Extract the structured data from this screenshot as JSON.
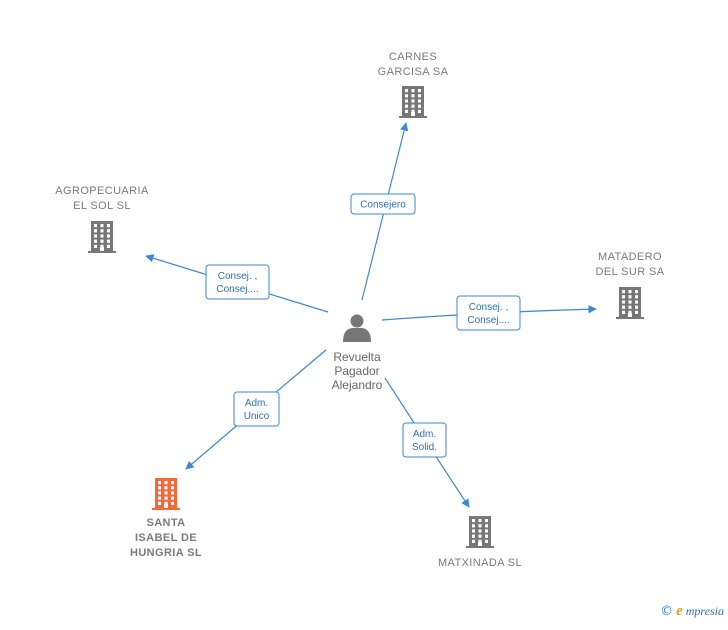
{
  "center": {
    "name_lines": [
      "Revuelta",
      "Pagador",
      "Alejandro"
    ],
    "icon": "person-icon",
    "color": "#777777"
  },
  "companies": [
    {
      "id": "carnes",
      "lines": [
        "CARNES",
        "GARCISA SA"
      ],
      "highlight": false
    },
    {
      "id": "agropecuaria",
      "lines": [
        "AGROPECUARIA",
        "EL SOL SL"
      ],
      "highlight": false
    },
    {
      "id": "matadero",
      "lines": [
        "MATADERO",
        "DEL SUR SA"
      ],
      "highlight": false
    },
    {
      "id": "santa",
      "lines": [
        "SANTA",
        "ISABEL DE",
        "HUNGRIA  SL"
      ],
      "highlight": true
    },
    {
      "id": "matxinada",
      "lines": [
        "MATXINADA  SL"
      ],
      "highlight": false
    }
  ],
  "edges": [
    {
      "target": "carnes",
      "label_lines": [
        "Consejero"
      ]
    },
    {
      "target": "agropecuaria",
      "label_lines": [
        "Consej. ,",
        "Consej...."
      ]
    },
    {
      "target": "matadero",
      "label_lines": [
        "Consej. ,",
        "Consej...."
      ]
    },
    {
      "target": "santa",
      "label_lines": [
        "Adm.",
        "Unico"
      ]
    },
    {
      "target": "matxinada",
      "label_lines": [
        "Adm.",
        "Solid."
      ]
    }
  ],
  "colors": {
    "edge": "#3d87d4",
    "building": "#777777",
    "building_highlight": "#f26a3a"
  },
  "watermark": {
    "copyright": "©",
    "brand_initial": "e",
    "brand_rest": "mpresia"
  }
}
